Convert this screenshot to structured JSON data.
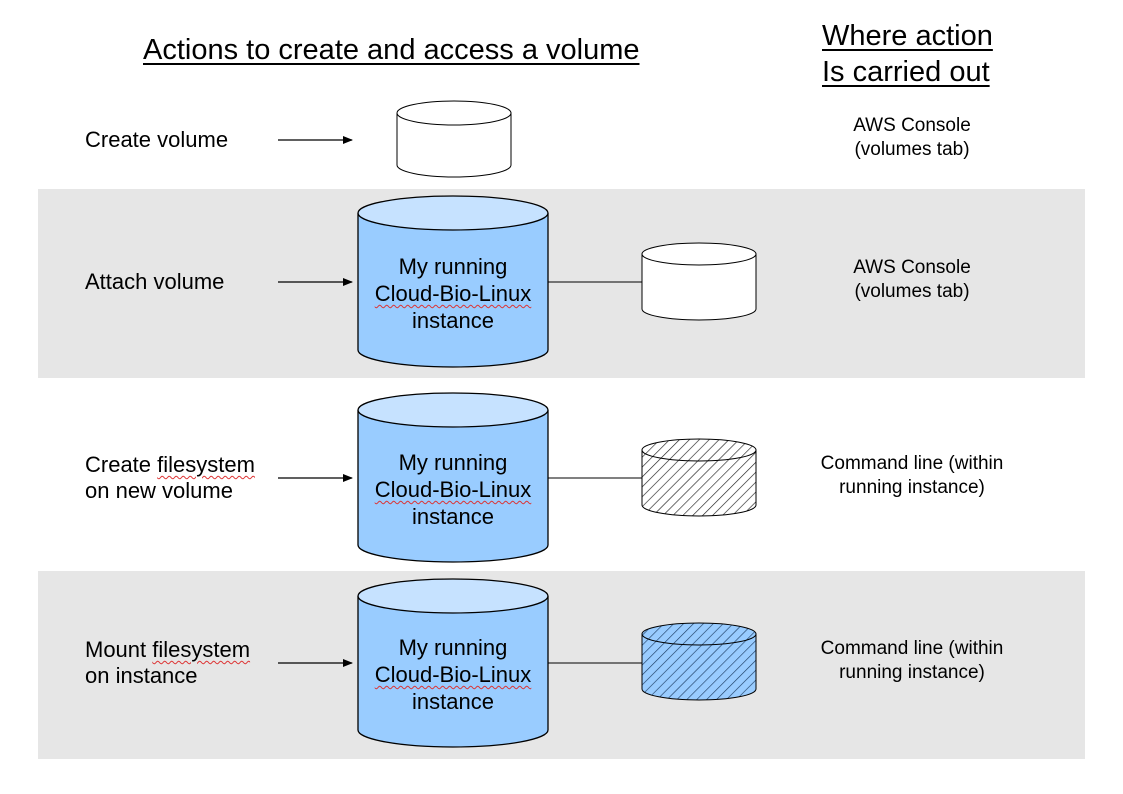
{
  "headings": {
    "main": "Actions to create and access a volume",
    "where_line1": "Where action",
    "where_line2": "Is carried out"
  },
  "steps": [
    {
      "label_line1": "Create volume",
      "label_line2": "",
      "where_line1": "AWS Console",
      "where_line2": "(volumes tab)",
      "volume_state": "empty"
    },
    {
      "label_line1": "Attach volume",
      "label_line2": "",
      "where_line1": "AWS Console",
      "where_line2": "(volumes tab)",
      "volume_state": "attached",
      "instance": {
        "line1": "My running",
        "line2": "Cloud-Bio-Linux",
        "line3": "instance"
      }
    },
    {
      "label_line1_a": "Create ",
      "label_line1_b": "filesystem",
      "label_line2": "on new volume",
      "where_line1": "Command line (within",
      "where_line2": "running instance)",
      "volume_state": "formatted",
      "instance": {
        "line1": "My running",
        "line2": "Cloud-Bio-Linux",
        "line3": "instance"
      }
    },
    {
      "label_line1_a": "Mount ",
      "label_line1_b": "filesystem",
      "label_line2": "on instance",
      "where_line1": "Command line (within",
      "where_line2": "running instance)",
      "volume_state": "mounted",
      "instance": {
        "line1": "My running",
        "line2": "Cloud-Bio-Linux",
        "line3": "instance"
      }
    }
  ],
  "colors": {
    "band": "#e6e6e6",
    "instance_fill": "#99ccff",
    "instance_top": "#c6e2ff",
    "mounted_fill": "#99ccff"
  }
}
